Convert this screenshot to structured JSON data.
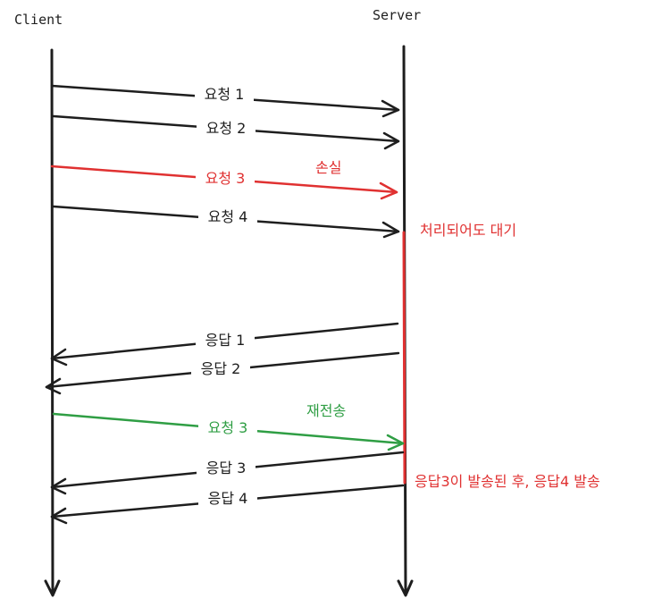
{
  "colors": {
    "black": "#1e1e1e",
    "red": "#e03131",
    "green": "#2f9e44"
  },
  "participants": {
    "client": "Client",
    "server": "Server"
  },
  "messages": [
    {
      "label": "요청 1",
      "direction": "client-to-server",
      "color": "black"
    },
    {
      "label": "요청 2",
      "direction": "client-to-server",
      "color": "black"
    },
    {
      "label": "요청 3",
      "direction": "client-to-server",
      "color": "red"
    },
    {
      "label": "요청 4",
      "direction": "client-to-server",
      "color": "black"
    },
    {
      "label": "응답 1",
      "direction": "server-to-client",
      "color": "black"
    },
    {
      "label": "응답 2",
      "direction": "server-to-client",
      "color": "black"
    },
    {
      "label": "요청 3",
      "direction": "client-to-server",
      "color": "green"
    },
    {
      "label": "응답 3",
      "direction": "server-to-client",
      "color": "black"
    },
    {
      "label": "응답 4",
      "direction": "server-to-client",
      "color": "black"
    }
  ],
  "annotations": {
    "loss": "손실",
    "waiting": "처리되어도 대기",
    "retransmit": "재전송",
    "after_send": "응답3이 발송된 후, 응답4 발송"
  }
}
